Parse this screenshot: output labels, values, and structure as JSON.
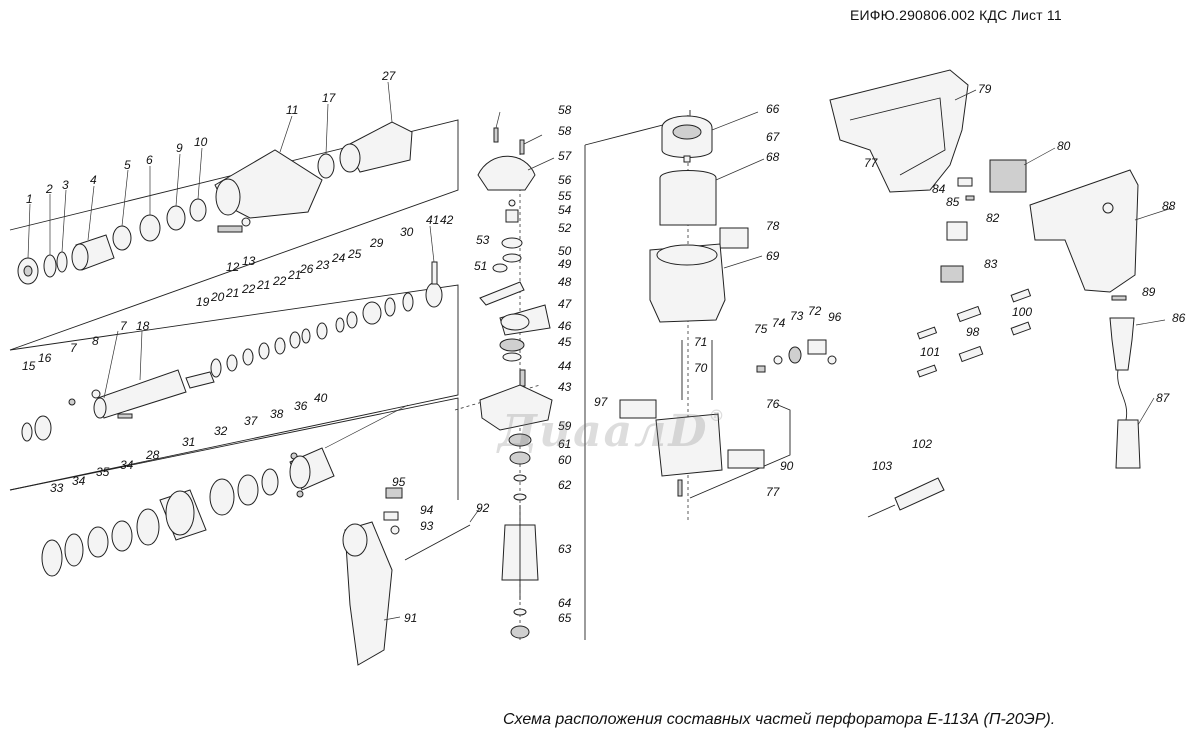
{
  "header": {
    "doc_code": "ЕИФЮ.290806.002 КДС Лист 11"
  },
  "caption": {
    "text": "Схема расположения составных частей перфоратора Е-113А (П-20ЭР)."
  },
  "watermark": {
    "text": "ДиаалD",
    "mark": "®"
  },
  "labels": {
    "l1": "1",
    "l2": "2",
    "l3": "3",
    "l4": "4",
    "l5": "5",
    "l6": "6",
    "l7a": "7",
    "l7b": "7",
    "l8": "8",
    "l9": "9",
    "l10": "10",
    "l11": "11",
    "l12": "12",
    "l13": "13",
    "l15": "15",
    "l16": "16",
    "l17": "17",
    "l18": "18",
    "l19": "19",
    "l20": "20",
    "l21a": "21",
    "l21b": "21",
    "l21c": "21",
    "l22a": "22",
    "l22b": "22",
    "l23": "23",
    "l24": "24",
    "l25": "25",
    "l26": "26",
    "l27": "27",
    "l28": "28",
    "l29": "29",
    "l30": "30",
    "l31": "31",
    "l32": "32",
    "l33": "33",
    "l34a": "34",
    "l34b": "34",
    "l35": "35",
    "l36": "36",
    "l37": "37",
    "l38": "38",
    "l40": "40",
    "l41": "41",
    "l42": "42",
    "l43": "43",
    "l44": "44",
    "l45": "45",
    "l46": "46",
    "l47": "47",
    "l48": "48",
    "l49": "49",
    "l50": "50",
    "l51": "51",
    "l52": "52",
    "l53": "53",
    "l54": "54",
    "l55": "55",
    "l56": "56",
    "l57": "57",
    "l58a": "58",
    "l58b": "58",
    "l59": "59",
    "l60": "60",
    "l61": "61",
    "l62": "62",
    "l63": "63",
    "l64": "64",
    "l65": "65",
    "l66": "66",
    "l67": "67",
    "l68": "68",
    "l69": "69",
    "l70": "70",
    "l71": "71",
    "l72": "72",
    "l73": "73",
    "l74": "74",
    "l75": "75",
    "l76": "76",
    "l77a": "77",
    "l77b": "77",
    "l78": "78",
    "l79": "79",
    "l80": "80",
    "l82": "82",
    "l83": "83",
    "l84": "84",
    "l85": "85",
    "l86": "86",
    "l87": "87",
    "l88": "88",
    "l89": "89",
    "l90": "90",
    "l91": "91",
    "l92": "92",
    "l93": "93",
    "l94": "94",
    "l95": "95",
    "l96": "96",
    "l97": "97",
    "l98": "98",
    "l100": "100",
    "l101": "101",
    "l102": "102",
    "l103": "103"
  }
}
